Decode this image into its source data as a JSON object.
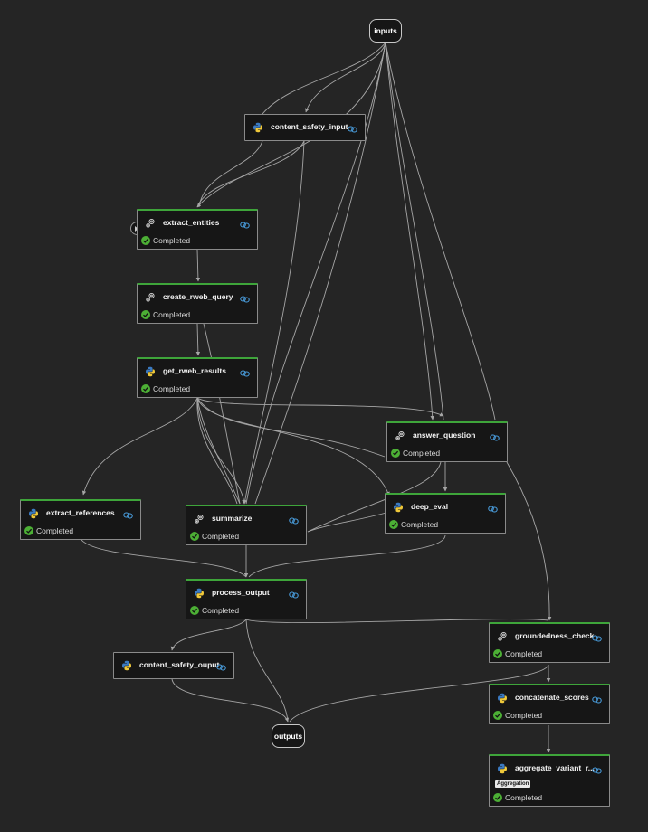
{
  "terminals": {
    "inputs": "inputs",
    "outputs": "outputs"
  },
  "nodes": [
    {
      "id": "content_safety_input",
      "title": "content_safety_input",
      "icon": "python-icon",
      "status": "",
      "tag": ""
    },
    {
      "id": "extract_entities",
      "title": "extract_entities",
      "icon": "llm-icon",
      "status": "Completed",
      "tag": ""
    },
    {
      "id": "create_rweb_query",
      "title": "create_rweb_query",
      "icon": "llm-icon",
      "status": "Completed",
      "tag": ""
    },
    {
      "id": "get_rweb_results",
      "title": "get_rweb_results",
      "icon": "python-icon",
      "status": "Completed",
      "tag": ""
    },
    {
      "id": "answer_question",
      "title": "answer_question",
      "icon": "llm-icon",
      "status": "Completed",
      "tag": ""
    },
    {
      "id": "extract_references",
      "title": "extract_references",
      "icon": "python-icon",
      "status": "Completed",
      "tag": ""
    },
    {
      "id": "summarize",
      "title": "summarize",
      "icon": "llm-icon",
      "status": "Completed",
      "tag": ""
    },
    {
      "id": "deep_eval",
      "title": "deep_eval",
      "icon": "python-icon",
      "status": "Completed",
      "tag": ""
    },
    {
      "id": "process_output",
      "title": "process_output",
      "icon": "python-icon",
      "status": "Completed",
      "tag": ""
    },
    {
      "id": "groundedness_check",
      "title": "groundedness_check",
      "icon": "llm-icon",
      "status": "Completed",
      "tag": ""
    },
    {
      "id": "content_safety_ouput",
      "title": "content_safety_ouput",
      "icon": "python-icon",
      "status": "",
      "tag": ""
    },
    {
      "id": "concatenate_scores",
      "title": "concatenate_scores",
      "icon": "python-icon",
      "status": "Completed",
      "tag": ""
    },
    {
      "id": "aggregate_variant_r",
      "title": "aggregate_variant_r...",
      "icon": "python-icon",
      "status": "Completed",
      "tag": "Aggregation"
    }
  ],
  "colors": {
    "background": "#252525",
    "node_fill": "#161616",
    "completed_accent": "#3ea53a",
    "edge": "#a6a6a6",
    "link_icon": "#4a9fe0"
  }
}
